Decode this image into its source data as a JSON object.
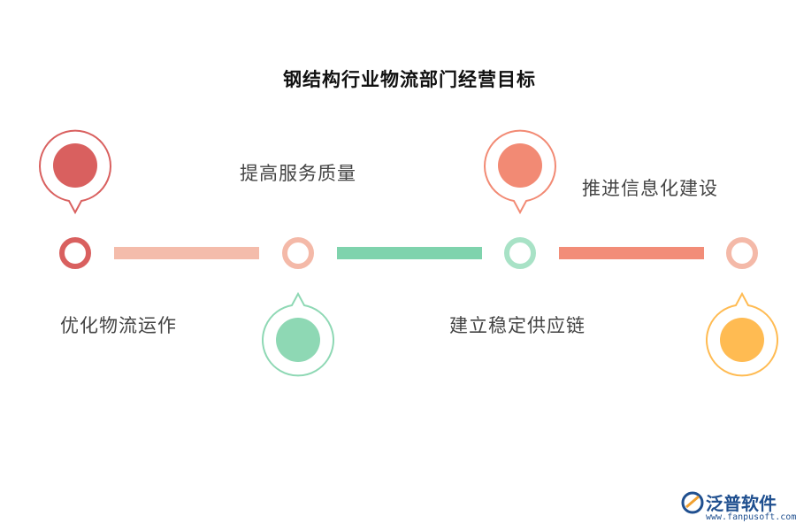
{
  "title": "钢结构行业物流部门经营目标",
  "steps": [
    {
      "label": "优化物流运作",
      "color": "#d9605f",
      "ring_color": "#d9605f"
    },
    {
      "label": "提高服务质量",
      "color": "#8ed8b4",
      "ring_color": "#f4b9a8"
    },
    {
      "label": "建立稳定供应链",
      "color": "#f28a74",
      "ring_color": "#a8e2c6"
    },
    {
      "label": "推进信息化建设",
      "color": "#ffbb52",
      "ring_color": "#f4b9a8"
    }
  ],
  "connectors": [
    {
      "color": "#f4bcab"
    },
    {
      "color": "#7fd3ad"
    },
    {
      "color": "#f28d78"
    }
  ],
  "brand": {
    "name": "泛普软件",
    "url": "www.fanpusoft.com"
  }
}
